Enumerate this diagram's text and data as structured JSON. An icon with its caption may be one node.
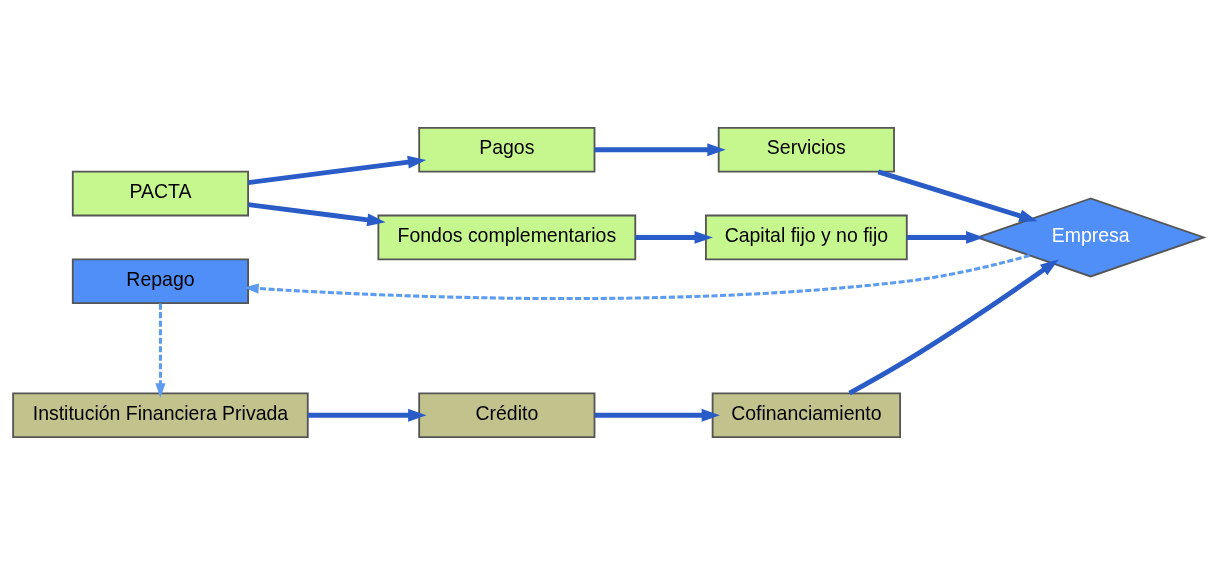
{
  "diagram": {
    "nodes": [
      {
        "text": [
          "PACTA"
        ]
      },
      {
        "text": [
          "Pagos"
        ]
      },
      {
        "text": [
          "Servicios"
        ]
      },
      {
        "text": [
          "Fondos complementarios"
        ]
      },
      {
        "text": [
          "Capital fijo y no fijo"
        ]
      },
      {
        "text": [
          "Empresa"
        ]
      },
      {
        "text": [
          "Crédito"
        ]
      },
      {
        "text": [
          "Cofinanciamiento"
        ]
      },
      {
        "text": [
          "Institución Financiera Privada"
        ]
      },
      {
        "text": [
          "Repago"
        ]
      }
    ],
    "edges": [
      {
        "from": 0,
        "to": 1,
        "arrow": "to"
      },
      {
        "from": 0,
        "to": 3,
        "arrow": "to"
      },
      {
        "from": 1,
        "to": 2,
        "arrow": "to"
      },
      {
        "from": 2,
        "to": 5,
        "arrow": "to"
      },
      {
        "from": 3,
        "to": 4,
        "arrow": "to"
      },
      {
        "from": 4,
        "to": 5,
        "arrow": "to"
      },
      {
        "from": 8,
        "to": 6,
        "arrow": "to"
      },
      {
        "from": 6,
        "to": 7,
        "arrow": "to"
      },
      {
        "from": 7,
        "to": 5,
        "arrow": "to"
      },
      {
        "from": 5,
        "to": 9,
        "arrow": "to",
        "style": "dashed",
        "color": "#5b9bf0"
      },
      {
        "from": 9,
        "to": 8,
        "arrow": "to",
        "style": "dashed",
        "color": "#5b9bf0"
      }
    ]
  }
}
